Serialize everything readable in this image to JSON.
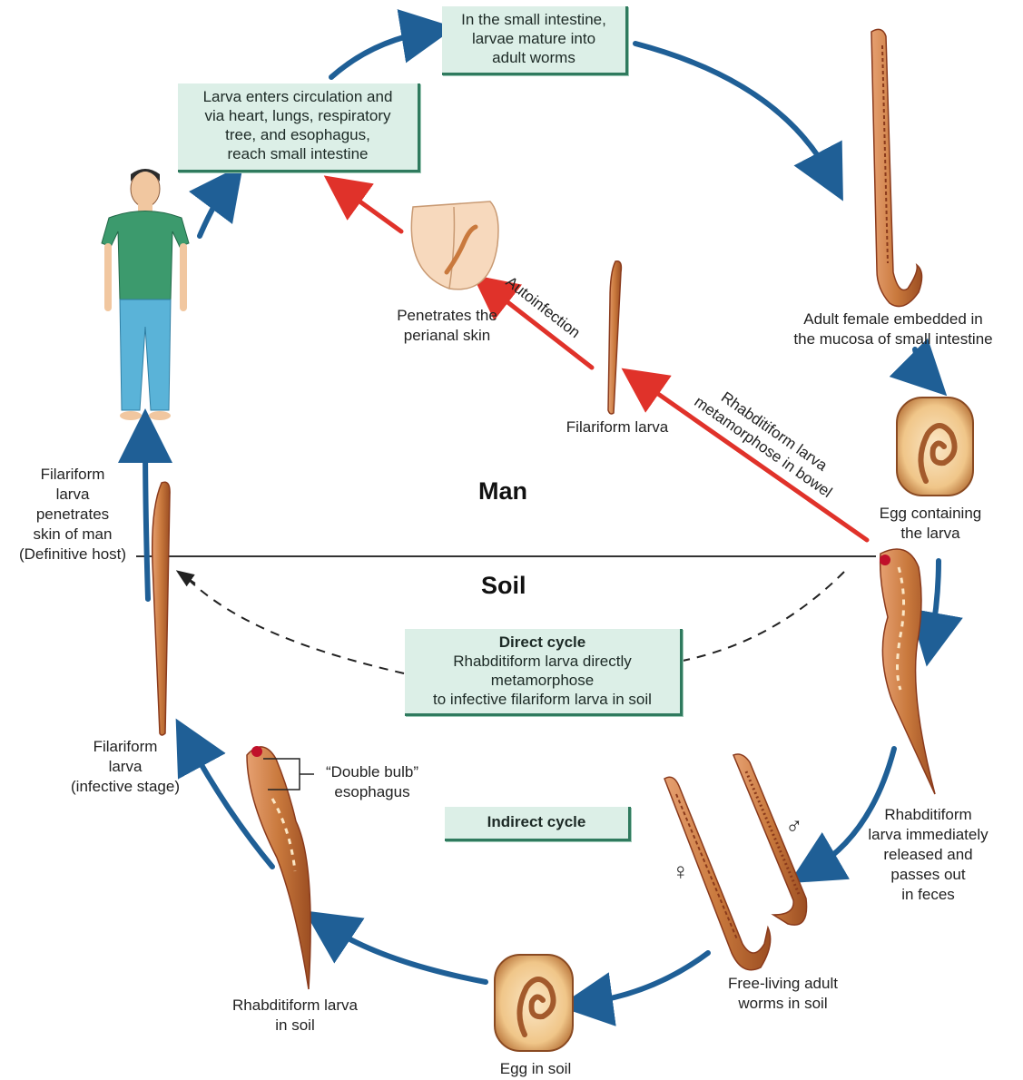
{
  "regions": {
    "upper": "Man",
    "lower": "Soil"
  },
  "boxes": {
    "small_intestine": [
      "In the small intestine,",
      "larvae mature into",
      "adult worms"
    ],
    "circulation": [
      "Larva enters circulation and",
      "via heart, lungs, respiratory",
      "tree, and esophagus,",
      "reach small intestine"
    ],
    "direct_cycle": {
      "title": "Direct cycle",
      "lines": [
        "Rhabditiform larva directly",
        "metamorphose",
        "to infective filariform larva in soil"
      ]
    },
    "indirect_cycle": "Indirect cycle"
  },
  "labels": {
    "adult_female": [
      "Adult female embedded in",
      "the mucosa of  small intestine"
    ],
    "egg_larva": [
      "Egg containing",
      "the larva"
    ],
    "rhabditiform_released": [
      "Rhabditiform",
      "larva immediately",
      "released and",
      "passes out",
      "in feces"
    ],
    "free_living": [
      "Free-living adult",
      "worms in soil"
    ],
    "egg_soil": [
      "Egg in soil"
    ],
    "rhabditiform_soil": [
      "Rhabditiform larva",
      "in soil"
    ],
    "filariform_infective": [
      "Filariform",
      "larva",
      "(infective stage)"
    ],
    "filariform_penetrates": [
      "Filariform",
      "larva",
      "penetrates",
      "skin of man",
      "(Definitive host)"
    ],
    "perianal": [
      "Penetrates the",
      "perianal skin"
    ],
    "filariform_larva": [
      "Filariform larva"
    ],
    "double_bulb": [
      "“Double bulb”",
      "esophagus"
    ],
    "autoinfection": "Autoinfection",
    "bowel": [
      "Rhabditiform larva",
      "metamorphose in bowel"
    ]
  },
  "symbols": {
    "female": "♀",
    "male": "♂"
  },
  "colors": {
    "cycle_arrow": "#1f5f96",
    "auto_arrow": "#e0322a",
    "box_fill": "#dcefe7",
    "box_border": "#2f7a5e",
    "worm": "#c9793d",
    "worm_dark": "#8a3a1c"
  }
}
